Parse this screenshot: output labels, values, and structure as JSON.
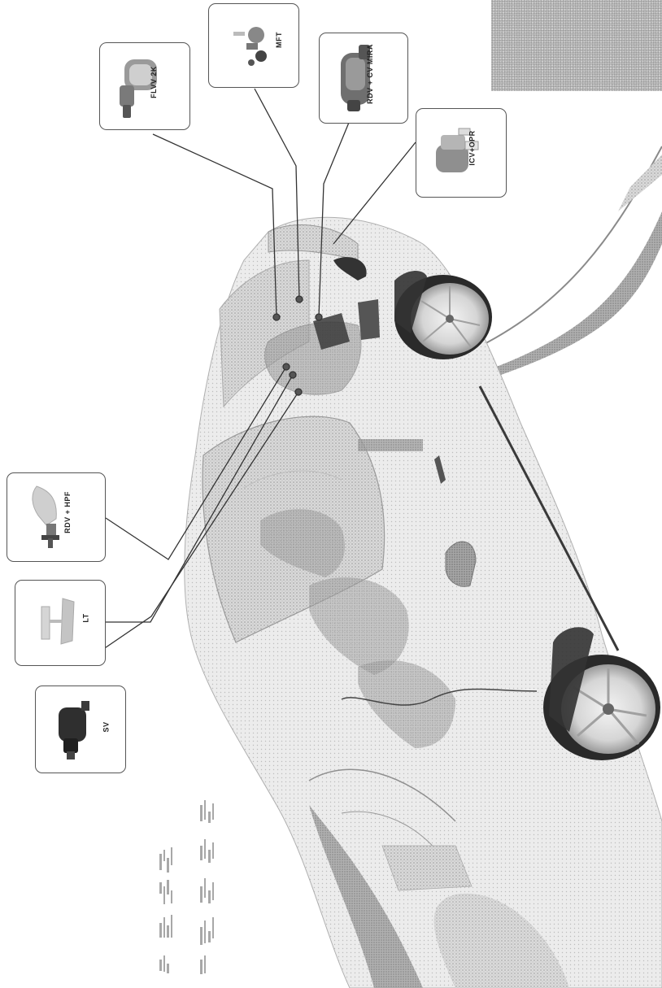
{
  "diagram": {
    "callouts": [
      {
        "id": "flvv",
        "label": "FLVV 2K",
        "icon": "valve-icon"
      },
      {
        "id": "mft",
        "label": "MFT",
        "icon": "connector-icon"
      },
      {
        "id": "rdv-cv",
        "label": "RDV + CV MIRA",
        "icon": "canister-valve-icon"
      },
      {
        "id": "icv-opr",
        "label": "ICV+OPR",
        "icon": "inlet-valve-icon"
      },
      {
        "id": "rdv-hpf",
        "label": "RDV + HPF",
        "icon": "filter-valve-icon"
      },
      {
        "id": "lt",
        "label": "LT",
        "icon": "level-transmitter-icon"
      },
      {
        "id": "sv",
        "label": "SV",
        "icon": "solenoid-valve-icon"
      }
    ],
    "colors": {
      "car_body": "#cfcfcf",
      "car_shade": "#9e9e9e",
      "tire": "#2a2a2a",
      "leader_line": "#333333",
      "panel": "#bdbdbd"
    }
  }
}
